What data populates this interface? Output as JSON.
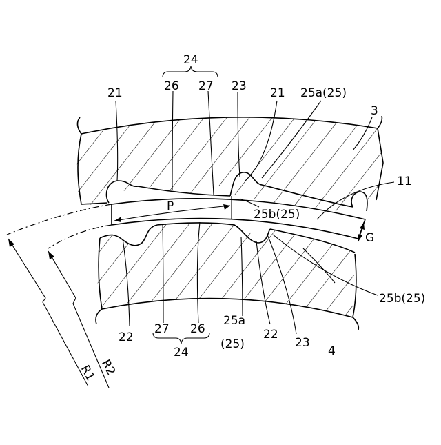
{
  "labels": {
    "group_top": "24",
    "top_26": "26",
    "top_27": "27",
    "top_21_left": "21",
    "top_23": "23",
    "top_21_right": "21",
    "top_25a": "25a(25)",
    "ref_3": "3",
    "ref_11": "11",
    "pitch_p": "P",
    "mid_25b": "25b(25)",
    "gap_g": "G",
    "right_25b": "25b(25)",
    "ref_4": "4",
    "bottom_22_left": "22",
    "bottom_27": "27",
    "bottom_26": "26",
    "group_bottom": "24",
    "bottom_25a": "25a",
    "bottom_25a_paren": "(25)",
    "bottom_22_right": "22",
    "bottom_23": "23",
    "radius_r1": "R1",
    "radius_r2": "R2"
  }
}
